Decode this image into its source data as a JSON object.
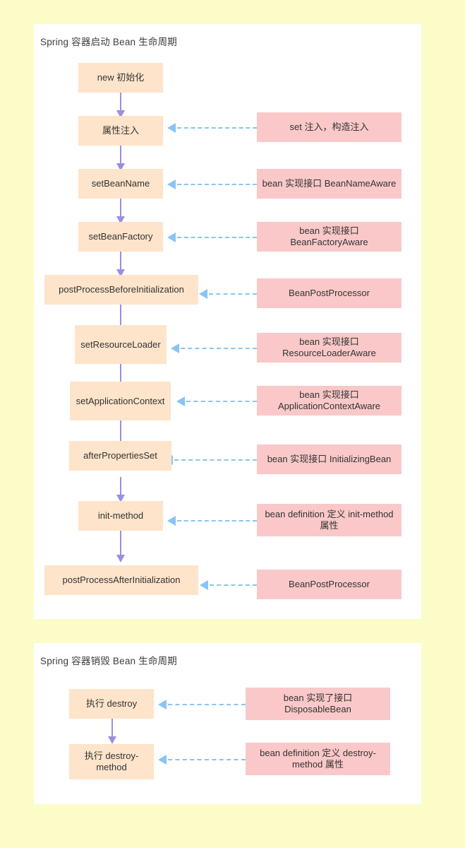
{
  "background_color": "#fcfcc8",
  "panel_color": "#ffffff",
  "flow_node_color": "#fde4ca",
  "note_node_color": "#fac8c8",
  "flow_arrow_color": "#9b8fe0",
  "note_arrow_color": "#89c4f4",
  "startup": {
    "title": "Spring 容器启动 Bean 生命周期",
    "flow": [
      {
        "label": "new 初始化"
      },
      {
        "label": "属性注入"
      },
      {
        "label": "setBeanName"
      },
      {
        "label": "setBeanFactory"
      },
      {
        "label": "postProcessBeforeInitialization"
      },
      {
        "label": "setResourceLoader"
      },
      {
        "label": "setApplicationContext"
      },
      {
        "label": "afterPropertiesSet"
      },
      {
        "label": "init-method"
      },
      {
        "label": "postProcessAfterInitialization"
      }
    ],
    "notes": [
      {
        "label": "set 注入，构造注入"
      },
      {
        "label": "bean 实现接口 BeanNameAware"
      },
      {
        "label": "bean 实现接口 BeanFactoryAware"
      },
      {
        "label": "BeanPostProcessor"
      },
      {
        "label": "bean 实现接口 ResourceLoaderAware"
      },
      {
        "label": "bean 实现接口 ApplicationContextAware"
      },
      {
        "label": "bean 实现接口 InitializingBean"
      },
      {
        "label": "bean definition 定义 init-method 属性"
      },
      {
        "label": "BeanPostProcessor"
      }
    ]
  },
  "destroy": {
    "title": "Spring 容器销毁 Bean 生命周期",
    "flow": [
      {
        "label": "执行 destroy"
      },
      {
        "label": "执行 destroy-method"
      }
    ],
    "notes": [
      {
        "label": "bean 实现了接口 DisposableBean"
      },
      {
        "label": "bean definition 定义 destroy-method 属性"
      }
    ]
  }
}
